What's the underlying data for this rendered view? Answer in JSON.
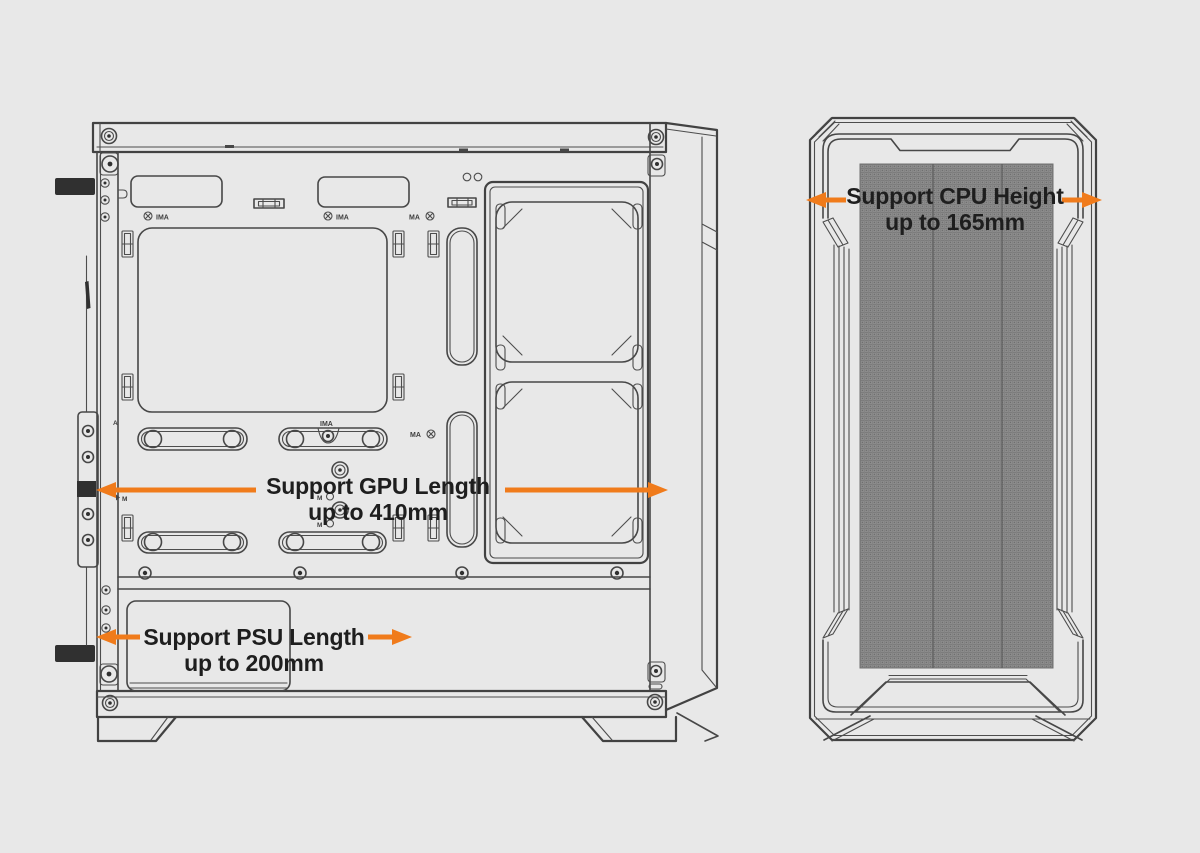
{
  "colors": {
    "background": "#e8e8e8",
    "line": "#474747",
    "accent": "#f07b1b",
    "text": "#1e1e1e"
  },
  "annotations": {
    "gpu": {
      "line1": "Support GPU Length",
      "line2": "up to 410mm"
    },
    "psu": {
      "line1": "Support PSU Length",
      "line2": "up to 200mm"
    },
    "cpu": {
      "line1": "Support CPU Height",
      "line2": "up to 165mm"
    }
  },
  "engravings": {
    "ima": "IMA",
    "ma": "MA",
    "m": "M",
    "a": "A"
  }
}
